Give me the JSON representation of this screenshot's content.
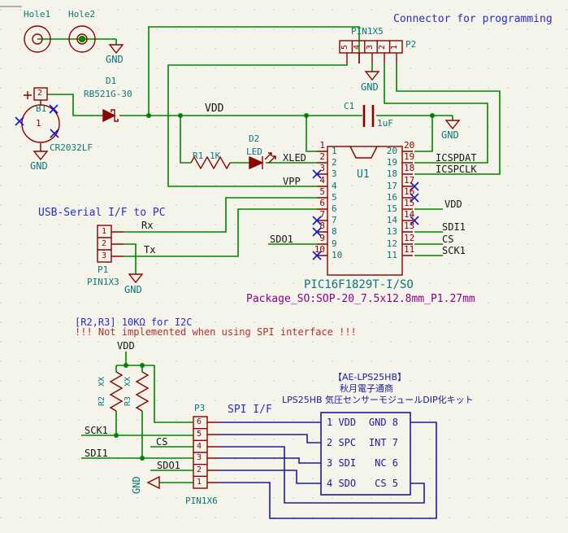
{
  "colors": {
    "background": "#F5F4EB",
    "wire_green": "#008400",
    "component_red": "#8B0000",
    "label_black": "#151515",
    "reference_teal": "#077777",
    "note_blue": "#2B2BC8",
    "module_navy": "#1C1C96",
    "footprint_purple": "#8B008B",
    "warning_red": "#B03030",
    "no_connect_blue": "#1414C8"
  },
  "notes": {
    "programming": "Connector for programming",
    "usb_serial": "USB-Serial I/F to PC",
    "spi": "SPI I/F",
    "i2c": "[R2,R3] 10KΩ for I2C",
    "spi_warning": "!!! Not implemented when using SPI interface !!!"
  },
  "power": {
    "gnd": "GND",
    "vdd": "VDD"
  },
  "holes": {
    "hole1": "Hole1",
    "hole2": "Hole2"
  },
  "components": {
    "b1": {
      "ref": "B1",
      "value": "CR2032LF",
      "pin1": "1",
      "pin2": "2"
    },
    "d1": {
      "ref": "D1",
      "value": "RB521G-30"
    },
    "d2": {
      "ref": "D2",
      "value": "LED"
    },
    "r1": {
      "ref": "R1",
      "value": "1K"
    },
    "r2": {
      "ref": "R2",
      "value": "XX"
    },
    "r3": {
      "ref": "R3",
      "value": "XX"
    },
    "c1": {
      "ref": "C1",
      "value": "1uF"
    },
    "u1": {
      "ref": "U1",
      "value": "PIC16F1829T-I/SO",
      "footprint": "Package_SO:SOP-20_7.5x12.8mm_P1.27mm",
      "pins_left": [
        "1",
        "2",
        "3",
        "4",
        "5",
        "6",
        "7",
        "8",
        "9",
        "10"
      ],
      "pins_right": [
        "20",
        "19",
        "18",
        "17",
        "16",
        "15",
        "14",
        "13",
        "12",
        "11"
      ]
    },
    "p1": {
      "ref": "P1",
      "value": "PIN1X3",
      "pins": [
        "1",
        "2",
        "3"
      ]
    },
    "p2": {
      "ref": "P2",
      "value": "PIN1X5",
      "pins": [
        "5",
        "4",
        "3",
        "2",
        "1"
      ]
    },
    "p3": {
      "ref": "P3",
      "value": "PIN1X6",
      "pins": [
        "6",
        "5",
        "4",
        "3",
        "2",
        "1"
      ]
    }
  },
  "nets": {
    "rx": "Rx",
    "tx": "Tx",
    "vpp": "VPP",
    "xled": "XLED",
    "icspdat": "ICSPDAT",
    "icspclk": "ICSPCLK",
    "sdo1": "SDO1",
    "sdi1": "SDI1",
    "sck1": "SCK1",
    "cs": "CS"
  },
  "module": {
    "title": "【AE-LPS25HB】",
    "vendor": "秋月電子通商",
    "description": "LPS25HB 気圧センサーモジュールDIP化キット",
    "pins_left": [
      "1 VDD",
      "2 SPC",
      "3 SDI",
      "4 SDO"
    ],
    "pins_right": [
      "GND 8",
      "INT 7",
      "NC 6",
      "CS 5"
    ]
  }
}
